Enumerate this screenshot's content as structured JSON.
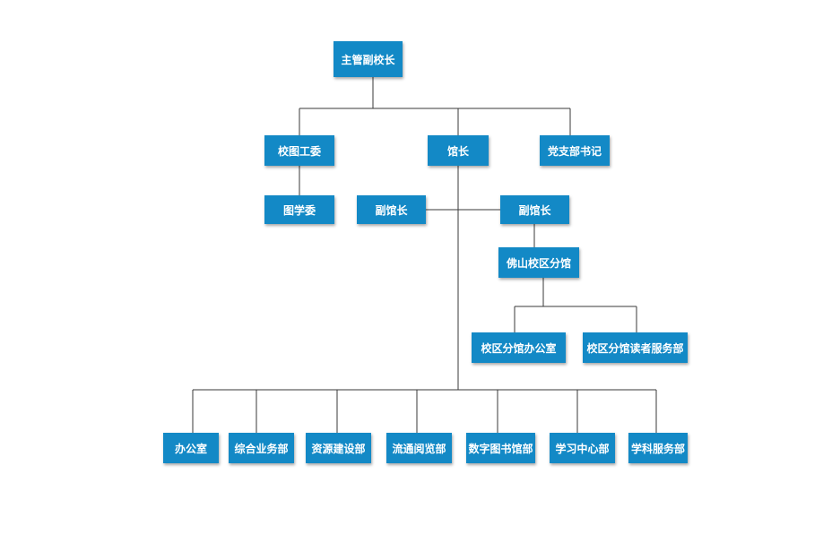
{
  "org_chart": {
    "top": "主管副校长",
    "level2": {
      "school_library_committee": "校图工委",
      "curator": "馆长",
      "party_secretary": "党支部书记"
    },
    "library_learning_committee": "图学委",
    "deputy_curator_left": "副馆长",
    "deputy_curator_right": "副馆长",
    "foshan_branch": "佛山校区分馆",
    "branch_office": "校区分馆办公室",
    "branch_reader_services": "校区分馆读者服务部",
    "departments": [
      "办公室",
      "综合业务部",
      "资源建设部",
      "流通阅览部",
      "数字图书馆部",
      "学习中心部",
      "学科服务部"
    ]
  },
  "colors": {
    "box": "#1389c6",
    "text": "#ffffff",
    "line": "#3a3a3a"
  }
}
